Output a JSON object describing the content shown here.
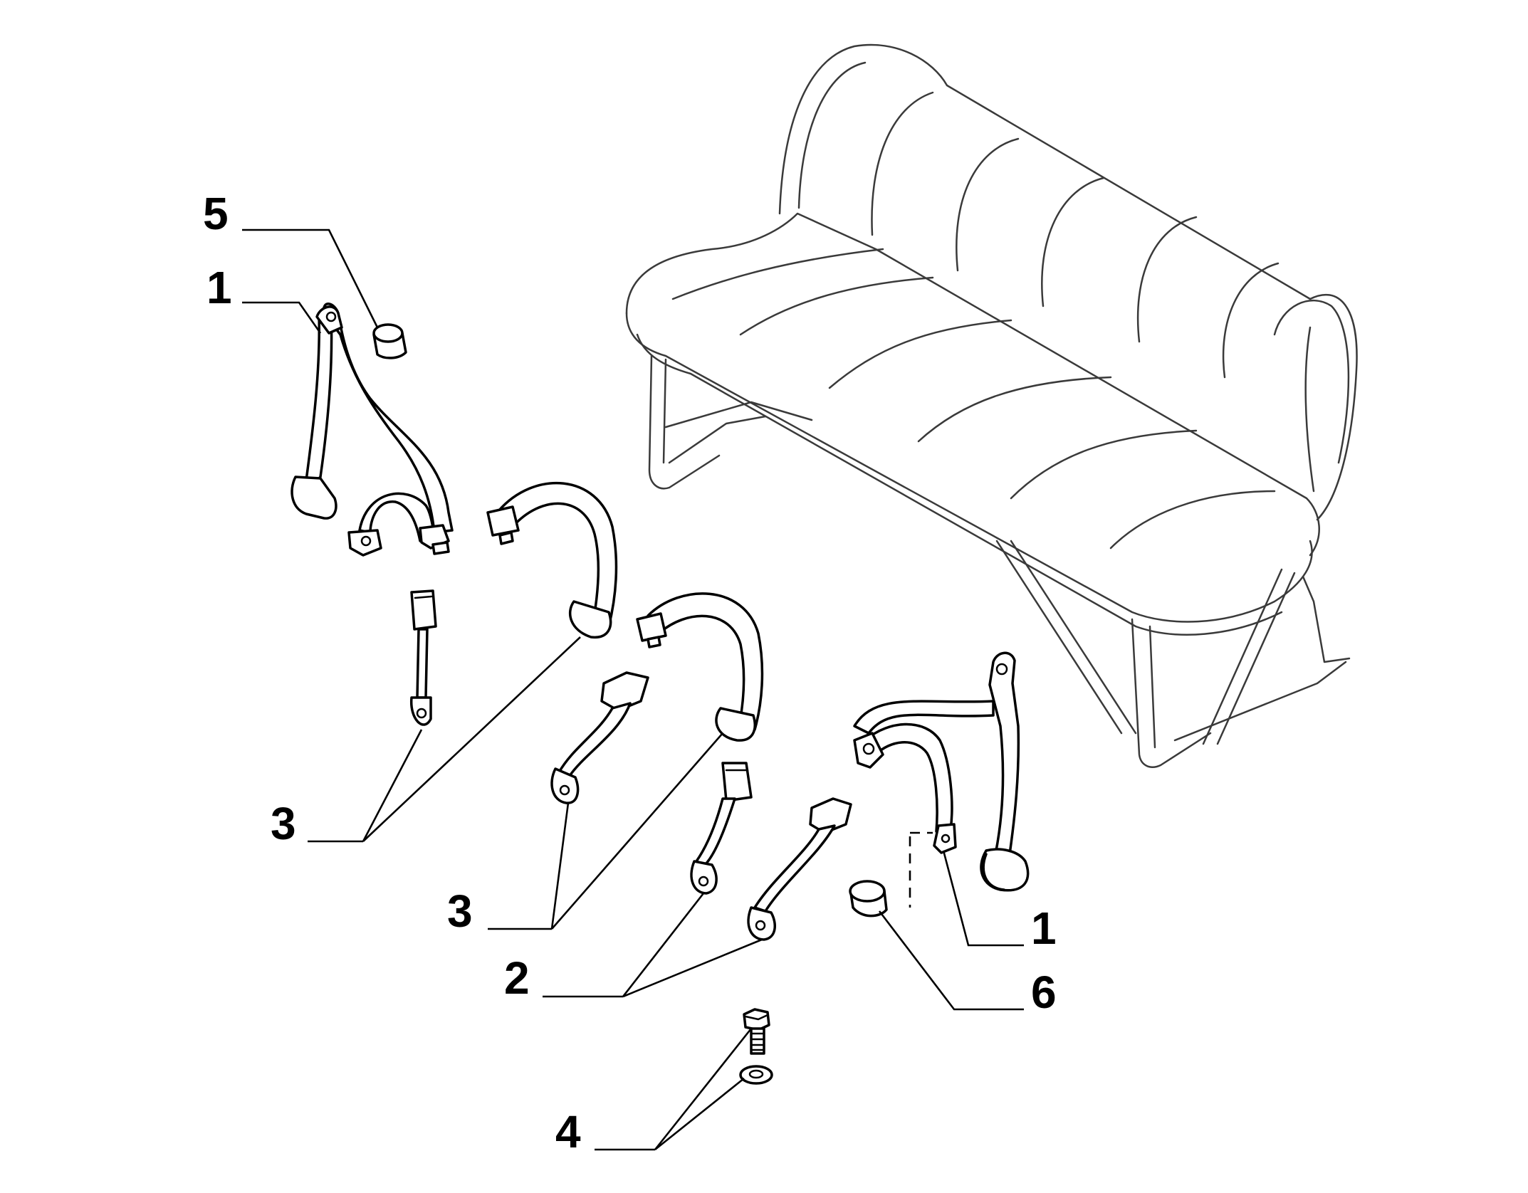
{
  "callouts": {
    "belt_left_outer": "1",
    "belt_right_outer": "1",
    "lap_belts": "2",
    "buckle_left": "3",
    "buckle_center": "3",
    "bolt_washer": "4",
    "cap_left": "5",
    "cap_right": "6"
  },
  "colors": {
    "ink": "#000000",
    "seat_line": "#3a3a3a",
    "background": "#ffffff"
  }
}
